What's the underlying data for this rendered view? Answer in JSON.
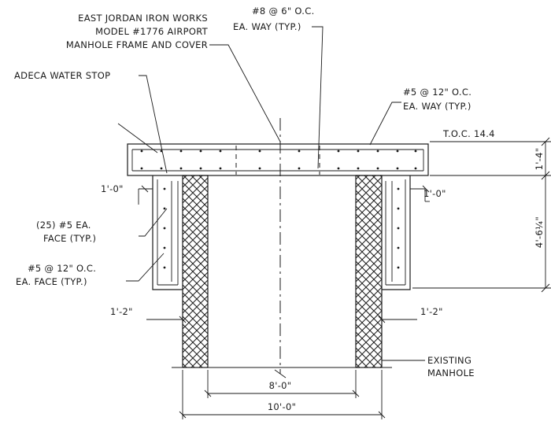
{
  "labels": {
    "frame_line1": "EAST JORDAN IRON WORKS",
    "frame_line2": "MODEL #1776 AIRPORT",
    "frame_line3": "MANHOLE FRAME AND COVER",
    "rebar_top_line1": "#8 @ 6\" O.C.",
    "rebar_top_line2": "EA. WAY (TYP.)",
    "water_stop": "ADECA WATER STOP",
    "rebar_slab_line1": "#5 @ 12\" O.C.",
    "rebar_slab_line2": "EA. WAY (TYP.)",
    "toc": "T.O.C. 14.4",
    "dim_slab_thickness": "1'-4\"",
    "dim_left_offset": "1'-0\"",
    "dim_right_offset": "1'-0\"",
    "vertical_bars_line1": "(25) #5 EA.",
    "vertical_bars_line2": "FACE (TYP.)",
    "face_bars_line1": "#5 @ 12\" O.C.",
    "face_bars_line2": "EA. FACE (TYP.)",
    "dim_collar_height": "4'-6¼\"",
    "dim_left_collar": "1'-2\"",
    "dim_right_collar": "1'-2\"",
    "existing_line1": "EXISTING",
    "existing_line2": "MANHOLE",
    "dim_inner": "8'-0\"",
    "dim_outer": "10'-0\""
  }
}
